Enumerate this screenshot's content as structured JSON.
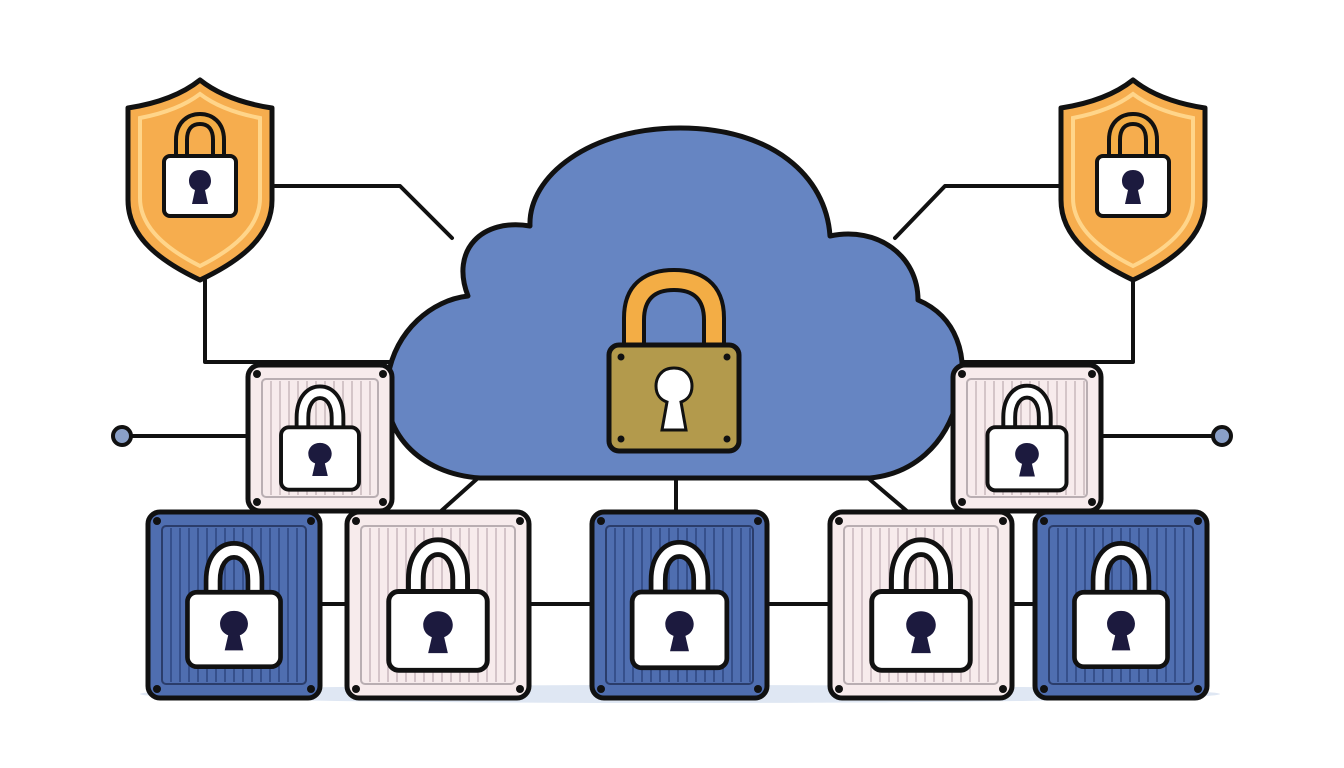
{
  "colors": {
    "background": "#ffffff",
    "outline": "#111111",
    "cloud_fill": "#6685c2",
    "shield_fill": "#f6ad4e",
    "shield_inner": "#ffd58a",
    "padlock_body_gold": "#b39a4c",
    "padlock_shackle_gold": "#f3ad45",
    "node_dark_fill": "#4f6eb0",
    "node_light_fill": "#f7ebec",
    "lock_body_light": "#ffffff",
    "keyhole": "#1c1a3e",
    "ground_shadow": "#dfe7f3"
  },
  "icons": {
    "cloud": "cloud-icon",
    "central_lock": "padlock-icon",
    "shield": "shield-lock-icon",
    "node": "locked-server-block-icon"
  },
  "nodes": [
    {
      "id": "upper-left",
      "style": "light"
    },
    {
      "id": "upper-right",
      "style": "light"
    },
    {
      "id": "bottom-1",
      "style": "dark"
    },
    {
      "id": "bottom-2",
      "style": "light"
    },
    {
      "id": "bottom-3",
      "style": "dark"
    },
    {
      "id": "bottom-4",
      "style": "light"
    },
    {
      "id": "bottom-5",
      "style": "dark"
    }
  ],
  "shields": [
    {
      "id": "left"
    },
    {
      "id": "right"
    }
  ]
}
